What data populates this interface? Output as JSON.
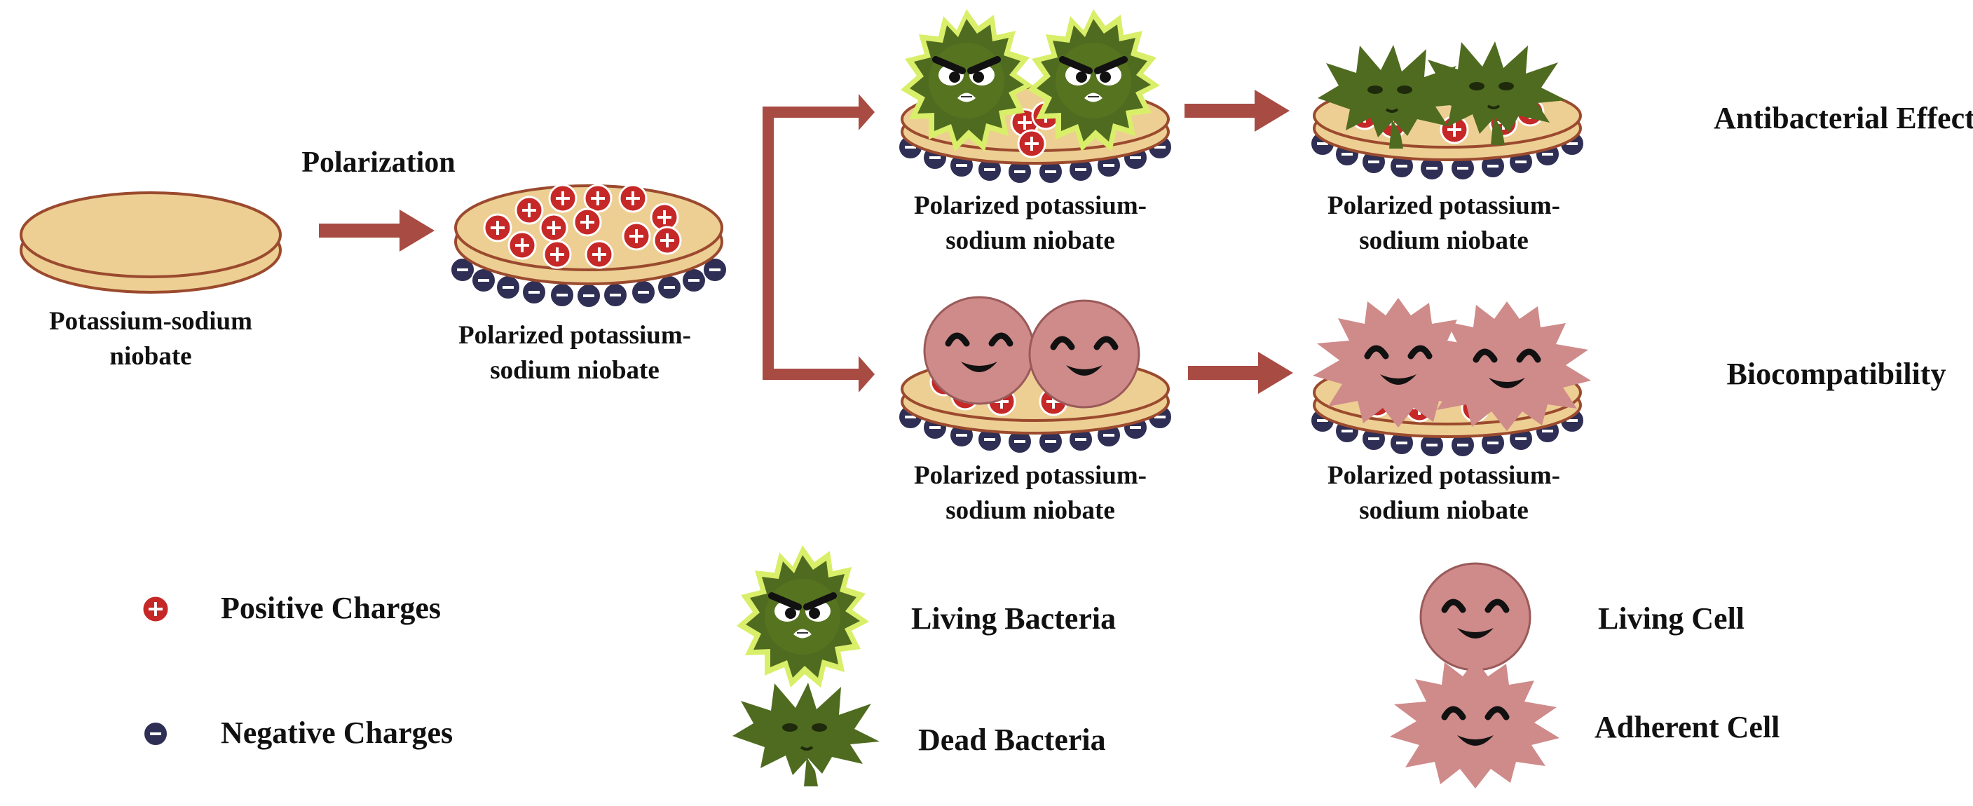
{
  "labels": {
    "start_disk": [
      "Potassium-sodium",
      "niobate"
    ],
    "polarization": "Polarization",
    "polarized_disk": [
      "Polarized potassium-",
      "sodium niobate"
    ],
    "bacteria_disk": [
      "Polarized potassium-",
      "sodium niobate"
    ],
    "dead_disk": [
      "Polarized potassium-",
      "sodium niobate"
    ],
    "cell_disk": [
      "Polarized potassium-",
      "sodium niobate"
    ],
    "adherent_disk": [
      "Polarized potassium-",
      "sodium niobate"
    ],
    "antibacterial": "Antibacterial Effects",
    "biocompatibility": "Biocompatibility"
  },
  "legend": {
    "positive": "Positive Charges",
    "negative": "Negative Charges",
    "living_bacteria": "Living Bacteria",
    "dead_bacteria": "Dead Bacteria",
    "living_cell": "Living Cell",
    "adherent_cell": "Adherent Cell"
  },
  "colors": {
    "disk_fill": "#edcf94",
    "disk_stroke": "#9b4a2e",
    "arrow": "#a84b43",
    "positive": "#c62828",
    "negative": "#2f2f55",
    "bacteria": "#4f6b20",
    "bacteria_glow": "#d9ef6a",
    "cell": "#cf8a8a"
  }
}
